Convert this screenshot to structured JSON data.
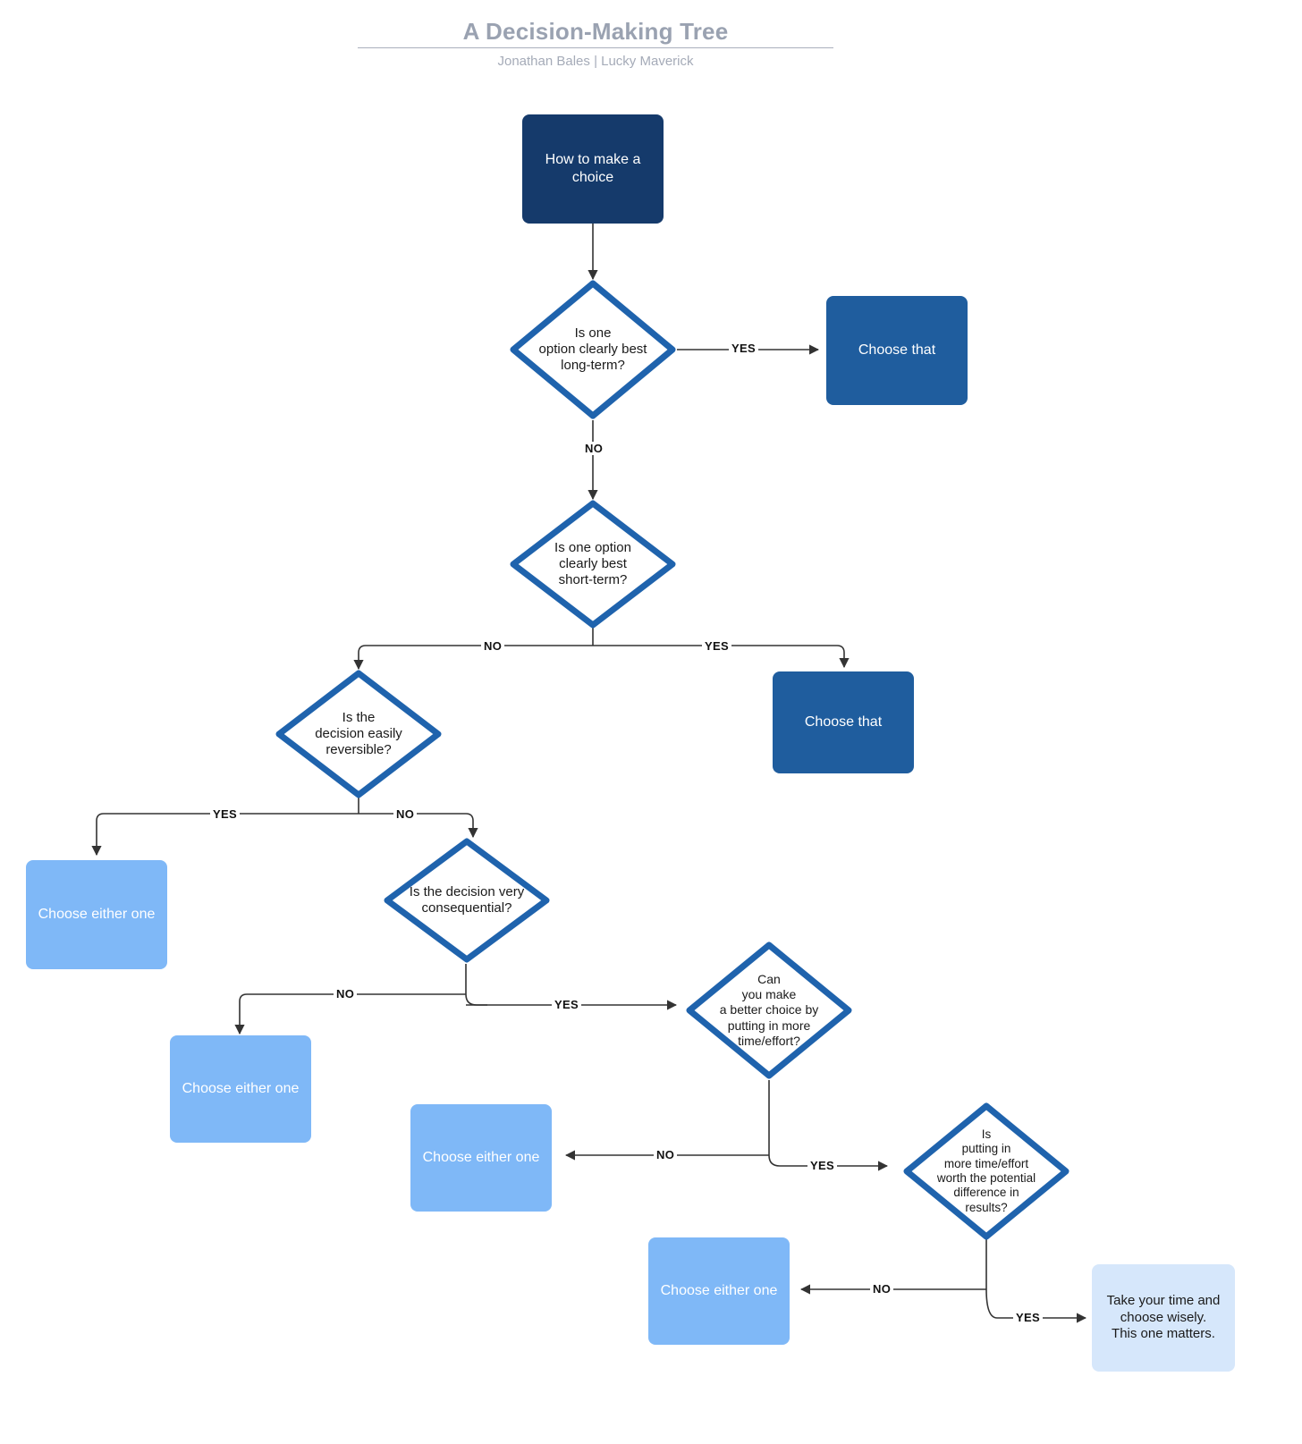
{
  "header": {
    "title": "A Decision-Making Tree",
    "subtitle": "Jonathan Bales  | Lucky Maverick"
  },
  "colors": {
    "dark_navy": "#153a6b",
    "medium_blue": "#1f5d9e",
    "light_blue": "#7fb8f7",
    "pale_blue": "#d6e7fb",
    "diamond_border": "#1f63ad",
    "edge_line": "#333333",
    "title_gray": "#9aa2b1"
  },
  "nodes": {
    "start": "How to make a\nchoice",
    "q1": "Is one\noption clearly best\nlong-term?",
    "q1_yes_result": "Choose that",
    "q2": "Is one option\nclearly best\nshort-term?",
    "q2_yes_result": "Choose that",
    "q3": "Is the\ndecision easily\nreversible?",
    "q3_yes_result": "Choose either one",
    "q4": "Is the decision very\nconsequential?",
    "q4_no_result": "Choose either one",
    "q5": "Can\nyou make\na better choice by\nputting in more\ntime/effort?",
    "q5_no_result": "Choose either one",
    "q6": "Is\nputting in\nmore time/effort\nworth the potential\ndifference in\nresults?",
    "q6_no_result": "Choose either one",
    "q6_yes_result": "Take your time and\nchoose wisely.\nThis one matters."
  },
  "edges": {
    "q1_yes": "YES",
    "q1_no": "NO",
    "q2_no": "NO",
    "q2_yes": "YES",
    "q3_yes": "YES",
    "q3_no": "NO",
    "q4_no": "NO",
    "q4_yes": "YES",
    "q5_no": "NO",
    "q5_yes": "YES",
    "q6_no": "NO",
    "q6_yes": "YES"
  }
}
